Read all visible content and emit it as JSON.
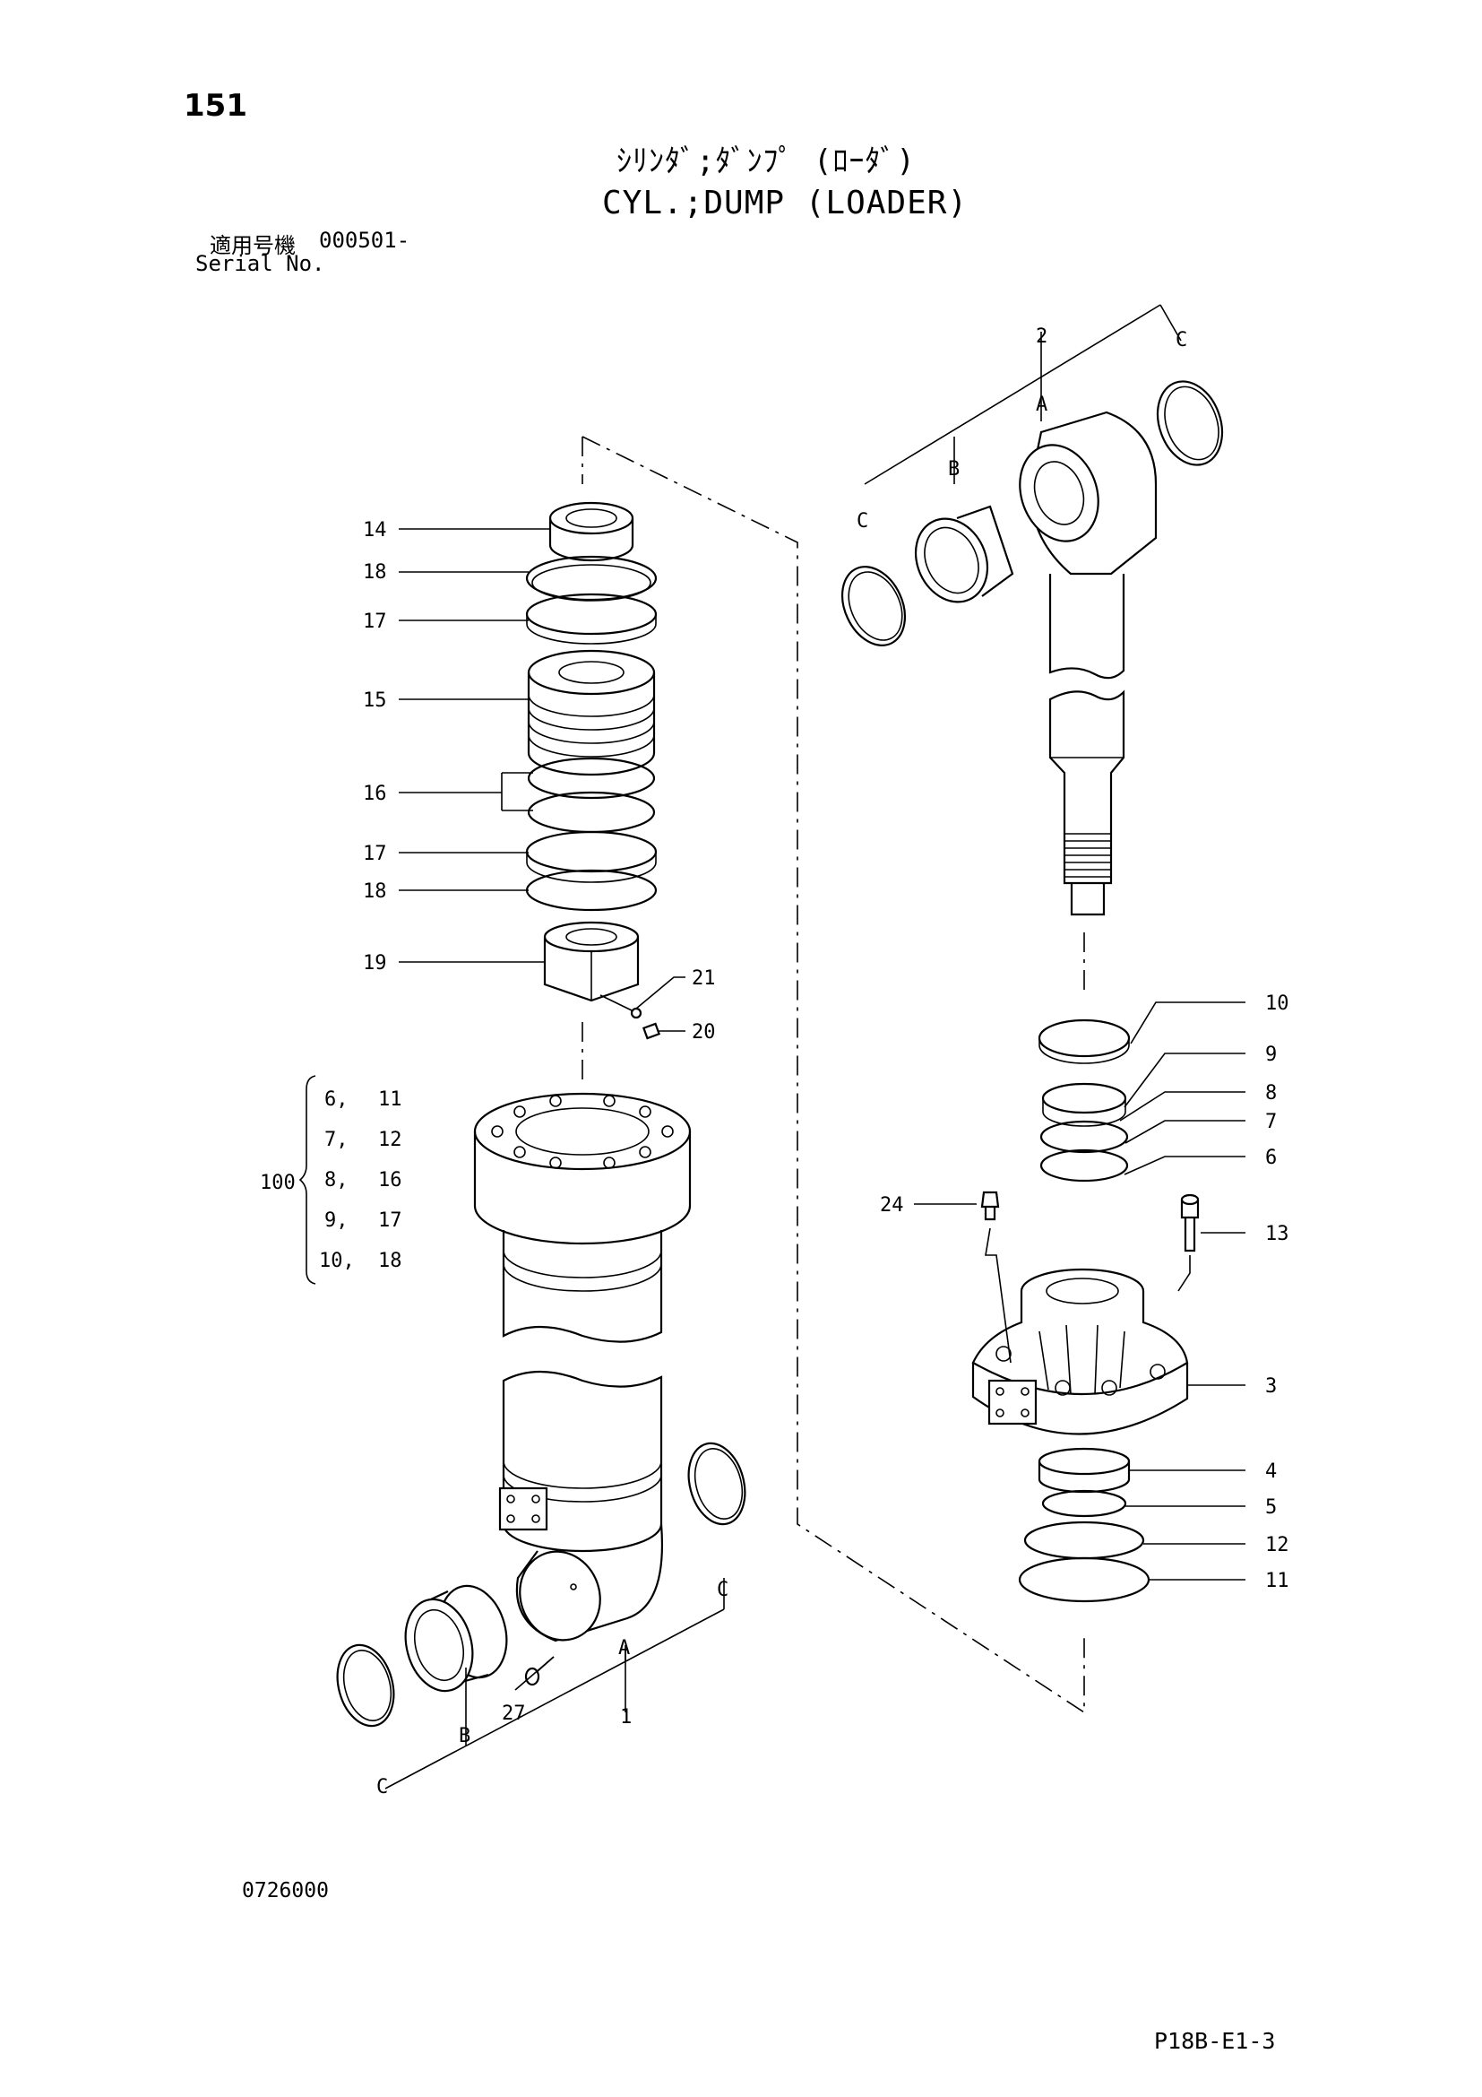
{
  "header": {
    "page_number": "151",
    "title_jp": "ｼﾘﾝﾀﾞ;ﾀﾞﾝﾌﾟ (ﾛｰﾀﾞ)",
    "title_en": "CYL.;DUMP (LOADER)",
    "serial_label_jp": "適用号機",
    "serial_value": "000501-",
    "serial_label_en": "Serial No."
  },
  "callouts": {
    "c1": "1",
    "c2": "2",
    "c3": "3",
    "c4": "4",
    "c5": "5",
    "c6": "6",
    "c7": "7",
    "c8": "8",
    "c9": "9",
    "c10": "10",
    "c11": "11",
    "c12": "12",
    "c13": "13",
    "c14": "14",
    "c15": "15",
    "c16": "16",
    "c17a": "17",
    "c17b": "17",
    "c18a": "18",
    "c18b": "18",
    "c19": "19",
    "c20": "20",
    "c21": "21",
    "c24": "24",
    "c27": "27",
    "a_top": "A",
    "a_bottom": "A",
    "b_top": "B",
    "b_bottom": "B",
    "c_top_left": "C",
    "c_top_right": "C",
    "c_bottom_left": "C",
    "c_bottom_right": "C"
  },
  "kit": {
    "label": "100",
    "rows": [
      {
        "a": "6,",
        "b": "11"
      },
      {
        "a": "7,",
        "b": "12"
      },
      {
        "a": "8,",
        "b": "16"
      },
      {
        "a": "9,",
        "b": "17"
      },
      {
        "a": "10,",
        "b": "18"
      }
    ]
  },
  "footer": {
    "drawing_code": "0726000",
    "page_code": "P18B-E1-3"
  }
}
